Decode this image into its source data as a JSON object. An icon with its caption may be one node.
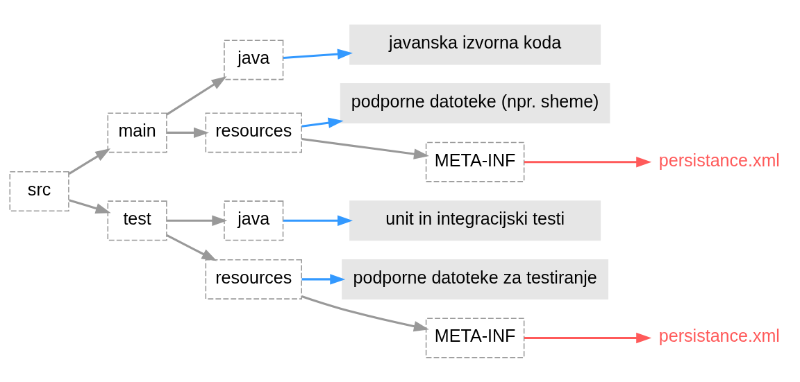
{
  "diagram": {
    "nodes": [
      {
        "text": [
          "src"
        ]
      },
      {
        "text": [
          "main"
        ]
      },
      {
        "text": [
          "test"
        ]
      },
      {
        "text": [
          "java"
        ]
      },
      {
        "text": [
          "resources"
        ]
      },
      {
        "text": [
          "javanska izvorna koda"
        ]
      },
      {
        "text": [
          "podporne datoteke (npr. sheme)"
        ]
      },
      {
        "text": [
          "META-INF"
        ]
      },
      {
        "text": [
          "persistance.xml"
        ]
      },
      {
        "text": [
          "java"
        ]
      },
      {
        "text": [
          "resources"
        ]
      },
      {
        "text": [
          "unit in integracijski testi"
        ]
      },
      {
        "text": [
          "podporne datoteke za testiranje"
        ]
      },
      {
        "text": [
          "META-INF"
        ]
      },
      {
        "text": [
          "persistance.xml"
        ]
      }
    ],
    "edges": [
      {
        "from": 0,
        "to": 1,
        "arrow": "to"
      },
      {
        "from": 0,
        "to": 2,
        "arrow": "to"
      },
      {
        "from": 1,
        "to": 3,
        "arrow": "to"
      },
      {
        "from": 1,
        "to": 4,
        "arrow": "to"
      },
      {
        "from": 3,
        "to": 5,
        "arrow": "to",
        "color": "#3399ff"
      },
      {
        "from": 4,
        "to": 6,
        "arrow": "to",
        "color": "#3399ff"
      },
      {
        "from": 4,
        "to": 7,
        "arrow": "to"
      },
      {
        "from": 7,
        "to": 8,
        "arrow": "to",
        "color": "#ff5a5a"
      },
      {
        "from": 2,
        "to": 9,
        "arrow": "to"
      },
      {
        "from": 2,
        "to": 10,
        "arrow": "to"
      },
      {
        "from": 9,
        "to": 11,
        "arrow": "to",
        "color": "#3399ff"
      },
      {
        "from": 10,
        "to": 12,
        "arrow": "to",
        "color": "#3399ff"
      },
      {
        "from": 10,
        "to": 13,
        "arrow": "to"
      },
      {
        "from": 13,
        "to": 14,
        "arrow": "to",
        "color": "#ff5a5a"
      }
    ]
  }
}
